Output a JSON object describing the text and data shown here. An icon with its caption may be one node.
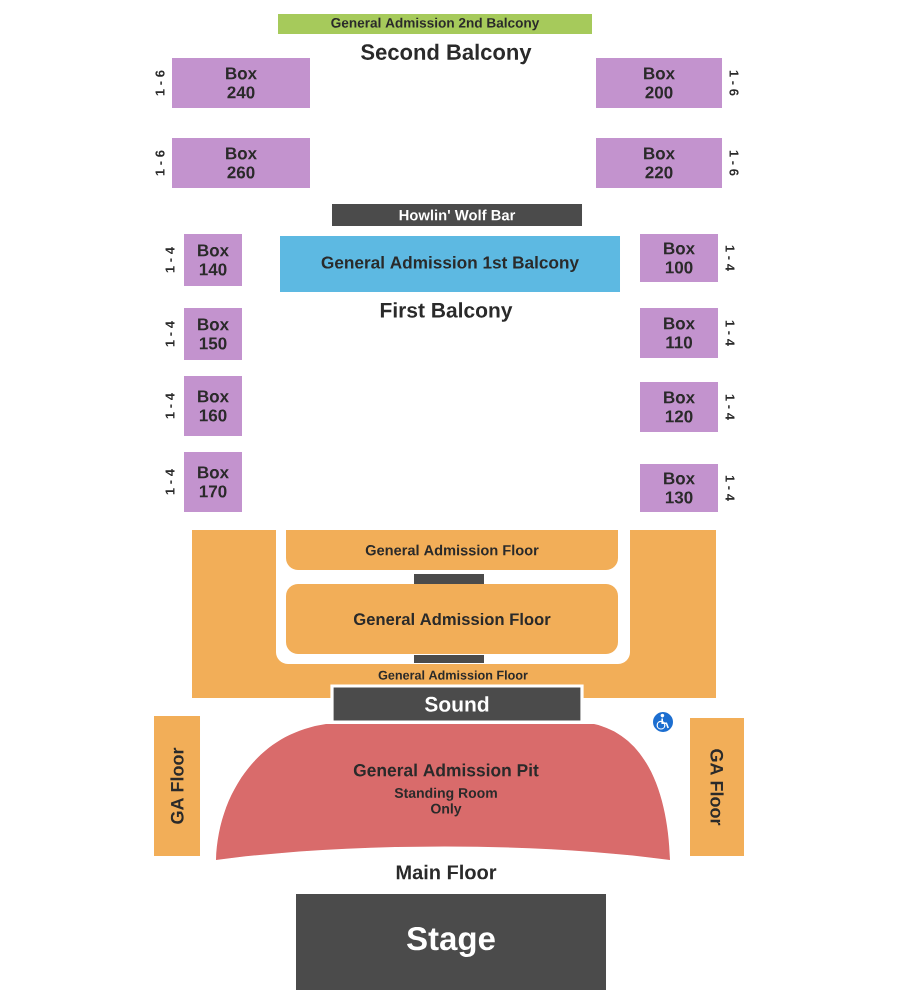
{
  "diagram": {
    "nodes": [
      {
        "text": [
          "General Admission 2nd Balcony"
        ]
      },
      {
        "text": [
          "Box 240"
        ],
        "beside": [
          "1 - 6"
        ]
      },
      {
        "text": [
          "Box 200"
        ],
        "beside": [
          "1 - 6"
        ]
      },
      {
        "text": [
          "Box 260"
        ],
        "beside": [
          "1 - 6"
        ]
      },
      {
        "text": [
          "Box 220"
        ],
        "beside": [
          "1 - 6"
        ]
      },
      {
        "text": [
          "Howlin' Wolf Bar"
        ]
      },
      {
        "text": [
          "Box 140"
        ],
        "beside": [
          "1 - 4"
        ]
      },
      {
        "text": [
          "General Admission 1st Balcony"
        ]
      },
      {
        "text": [
          "Box 100"
        ],
        "beside": [
          "1 - 4"
        ]
      },
      {
        "text": [
          "Box 150"
        ],
        "beside": [
          "1 - 4"
        ]
      },
      {
        "text": [
          "Box 110"
        ],
        "beside": [
          "1 - 4"
        ]
      },
      {
        "text": [
          "Box 160"
        ],
        "beside": [
          "1 - 4"
        ]
      },
      {
        "text": [
          "Box 120"
        ],
        "beside": [
          "1 - 4"
        ]
      },
      {
        "text": [
          "Box 170"
        ],
        "beside": [
          "1 - 4"
        ]
      },
      {
        "text": [
          "Box 130"
        ],
        "beside": [
          "1 - 4"
        ]
      },
      {
        "text": [
          "General Admission Floor"
        ]
      },
      {
        "text": [
          "General Admission Floor"
        ],
        "in": 15
      },
      {
        "text": [
          "General Admission Floor"
        ],
        "in": 15
      },
      {
        "text": [
          "Sound"
        ]
      },
      {
        "text": [
          "GA Floor"
        ]
      },
      {
        "text": [
          "General Admission Pit",
          "Standing Room Only"
        ]
      },
      {
        "text": [
          "GA Floor"
        ]
      },
      {
        "text": [
          "Stage"
        ]
      }
    ],
    "labels": [
      "Second Balcony",
      "First Balcony",
      "Main Floor"
    ]
  }
}
